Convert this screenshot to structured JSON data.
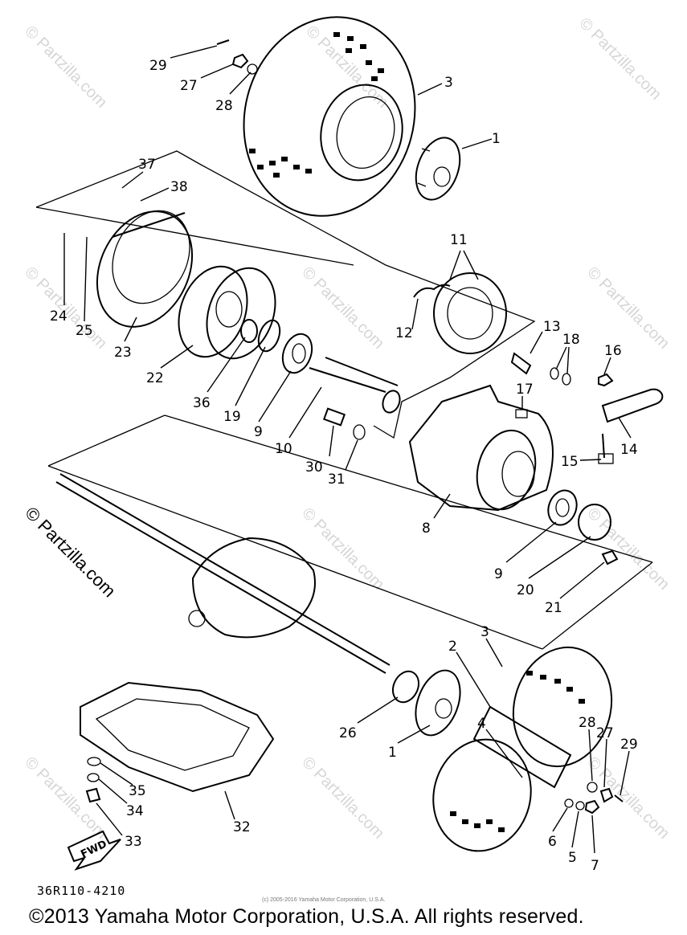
{
  "diagram": {
    "part_labels": [
      {
        "id": "29a",
        "text": "29"
      },
      {
        "id": "27a",
        "text": "27"
      },
      {
        "id": "28a",
        "text": "28"
      },
      {
        "id": "3a",
        "text": "3"
      },
      {
        "id": "1a",
        "text": "1"
      },
      {
        "id": "37",
        "text": "37"
      },
      {
        "id": "38",
        "text": "38"
      },
      {
        "id": "24",
        "text": "24"
      },
      {
        "id": "25",
        "text": "25"
      },
      {
        "id": "23",
        "text": "23"
      },
      {
        "id": "22",
        "text": "22"
      },
      {
        "id": "36",
        "text": "36"
      },
      {
        "id": "19",
        "text": "19"
      },
      {
        "id": "9a",
        "text": "9"
      },
      {
        "id": "10",
        "text": "10"
      },
      {
        "id": "11",
        "text": "11"
      },
      {
        "id": "12",
        "text": "12"
      },
      {
        "id": "13",
        "text": "13"
      },
      {
        "id": "18",
        "text": "18"
      },
      {
        "id": "16",
        "text": "16"
      },
      {
        "id": "17",
        "text": "17"
      },
      {
        "id": "14",
        "text": "14"
      },
      {
        "id": "15",
        "text": "15"
      },
      {
        "id": "30",
        "text": "30"
      },
      {
        "id": "31",
        "text": "31"
      },
      {
        "id": "8",
        "text": "8"
      },
      {
        "id": "9b",
        "text": "9"
      },
      {
        "id": "20",
        "text": "20"
      },
      {
        "id": "21",
        "text": "21"
      },
      {
        "id": "3b",
        "text": "3"
      },
      {
        "id": "2",
        "text": "2"
      },
      {
        "id": "26",
        "text": "26"
      },
      {
        "id": "1b",
        "text": "1"
      },
      {
        "id": "4",
        "text": "4"
      },
      {
        "id": "28b",
        "text": "28"
      },
      {
        "id": "27b",
        "text": "27"
      },
      {
        "id": "29b",
        "text": "29"
      },
      {
        "id": "6",
        "text": "6"
      },
      {
        "id": "5",
        "text": "5"
      },
      {
        "id": "7",
        "text": "7"
      },
      {
        "id": "35",
        "text": "35"
      },
      {
        "id": "34",
        "text": "34"
      },
      {
        "id": "33",
        "text": "33"
      },
      {
        "id": "32",
        "text": "32"
      }
    ],
    "fwd_label": "FWD",
    "watermark": "© Partzilla.com",
    "code": "36R110-4210",
    "small_copyright": "(c) 2005-2016 Yamaha Motor Corporation, U.S.A.",
    "copyright": "©2013 Yamaha Motor Corporation, U.S.A. All rights reserved."
  }
}
